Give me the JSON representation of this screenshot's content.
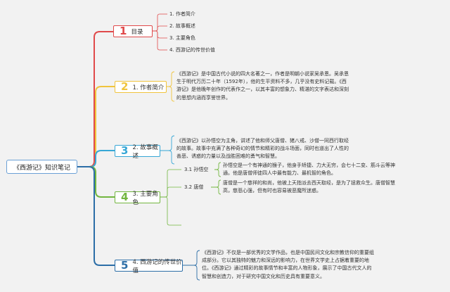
{
  "root": {
    "label": "《西游记》知识笔记"
  },
  "colors": {
    "red": "#e0494a",
    "yellow": "#f0c43d",
    "cyan": "#37a7d6",
    "green": "#72b63f",
    "navy": "#2c6ea7"
  },
  "branches": [
    {
      "number": "1",
      "label": "目录"
    },
    {
      "number": "2",
      "label": "1. 作者简介"
    },
    {
      "number": "3",
      "label": "2. 故事概述"
    },
    {
      "number": "4",
      "label": "3. 主要角色"
    },
    {
      "number": "5",
      "label": "4. 西游记的传世价值"
    }
  ],
  "toc": [
    "1. 作者简介",
    "2. 故事概述",
    "3. 主要角色",
    "4. 西游记的传世价值"
  ],
  "author_text": [
    "《西游记》是中国古代小说的四大名著之一，作者是明朝小说家吴承恩。吴承恩",
    "生于明代万历二十年（1592年），他的生平资料不多，几乎没有史料记载。《西",
    "游记》是他晚年创作的代表作之一，以其丰富的想象力、精湛的文字表达和深刻",
    "的思想内涵而享誉世界。"
  ],
  "story_text": [
    "《西游记》以孙悟空为主角，讲述了他和师父唐僧、猪八戒、沙僧一同西行取经",
    "的故事。故事中充满了各种奇幻的情节和精彩的战斗场面，同时也道出了人性的",
    "善恶、诱惑的力量以及战胜困难的勇气和智慧。"
  ],
  "characters": [
    {
      "label": "3.1 孙悟空",
      "text": [
        "孙悟空是一个有神通的猴子，他身手矫捷、力大无穷，会七十二变、筋斗云等神",
        "通。他是唐僧师徒四人中最有能力、最机智的角色。"
      ]
    },
    {
      "label": "3.2 唐僧",
      "text": [
        "唐僧是一个慈祥的和尚，他被上天指派去西天取经，是为了拯救众生。唐僧智慧",
        "高，慈悲心强，但有时也容易被恶魔所迷惑。"
      ]
    }
  ],
  "value_text": [
    "《西游记》不仅是一部优秀的文学作品，也是中国民间文化和宗教信仰的重要组",
    "成部分。它以其独特的魅力和深远的影响力，在世界文学史上占据着重要的地",
    "位。《西游记》通过精彩的故事情节和丰富的人物形象，展示了中国古代文人的",
    "智慧和创造力，对于研究中国文化和历史具有重要意义。"
  ]
}
